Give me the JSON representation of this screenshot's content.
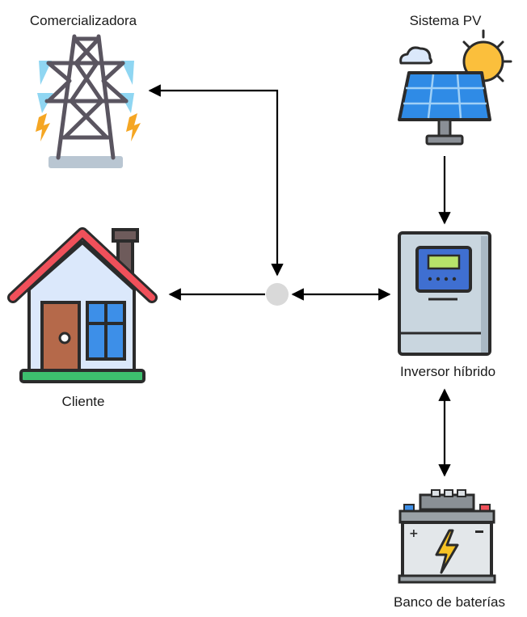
{
  "nodes": {
    "grid": {
      "label": "Comercializadora",
      "icon": "transmission-tower-icon"
    },
    "pv": {
      "label": "Sistema PV",
      "icon": "solar-panel-sun-icon"
    },
    "client": {
      "label": "Cliente",
      "icon": "house-icon"
    },
    "inverter": {
      "label": "Inversor híbrido",
      "icon": "inverter-icon"
    },
    "battery": {
      "label": "Banco de baterías",
      "icon": "battery-icon"
    },
    "junction": {
      "icon": "junction-node"
    }
  },
  "colors": {
    "outline": "#2b2b2b",
    "roof": "#f0505a",
    "house_wall": "#dbe8fb",
    "door": "#b5694a",
    "window": "#3d8fe8",
    "chimney": "#6e5b5b",
    "grass": "#3dbf6e",
    "tower": "#5a5560",
    "tower_glow": "#8fd6f2",
    "spark": "#f5a623",
    "sun": "#fbbf3c",
    "panel": "#2f8be6",
    "inverter_body": "#c9d6df",
    "inverter_screen": "#3f6fd1",
    "screen_display": "#b7e36a",
    "battery_body": "#e3e7ea",
    "bolt": "#f7c324",
    "junction": "#d9d9d9"
  }
}
